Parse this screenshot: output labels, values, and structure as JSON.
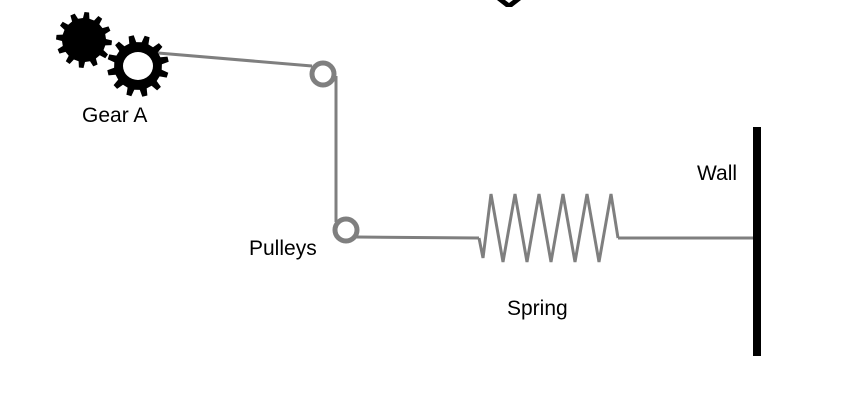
{
  "labels": {
    "gear": "Gear A",
    "pulleys": "Pulleys",
    "spring": "Spring",
    "wall": "Wall"
  },
  "colors": {
    "rope": "#7f7f7f",
    "pulley": "#7f7f7f",
    "gear": "#000000",
    "wall": "#000000",
    "background": "#ffffff"
  },
  "icons": {
    "gear_back": "gear-icon",
    "gear_front": "gear-icon",
    "pulley_top": "pulley-icon",
    "pulley_bottom": "pulley-icon"
  }
}
